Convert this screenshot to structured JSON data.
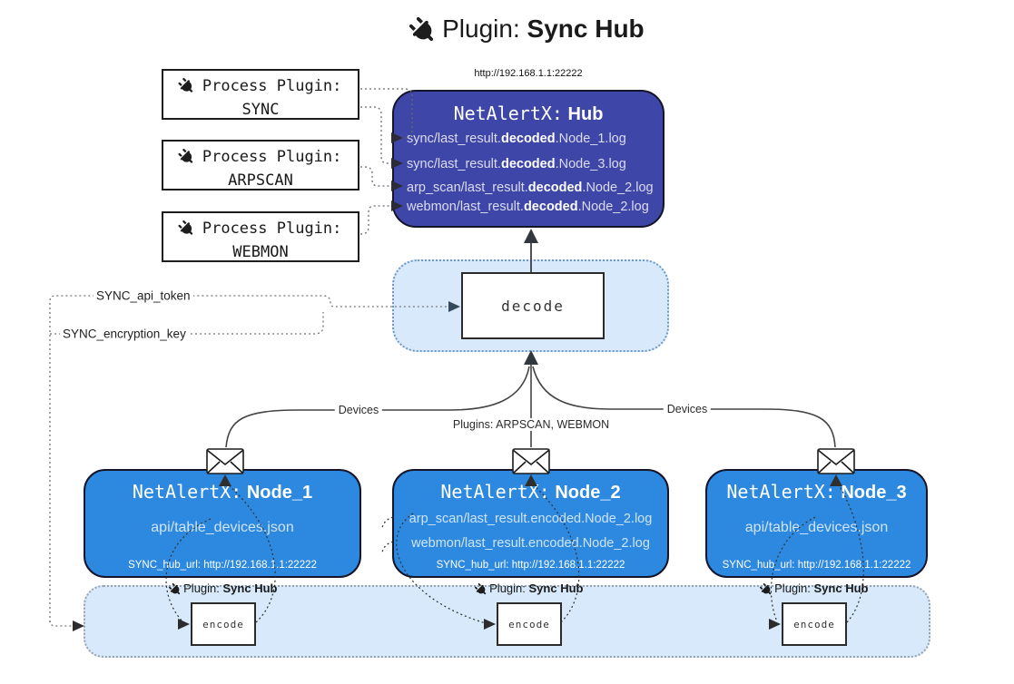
{
  "title": {
    "prefix": "Plugin:",
    "name": "Sync Hub"
  },
  "hub": {
    "url": "http://192.168.1.1:22222",
    "label_prefix": "NetAlertX:",
    "label_name": "Hub",
    "logs": [
      {
        "pre": "sync/last_result.",
        "bold": "decoded",
        "post": ".Node_1.log"
      },
      {
        "pre": "sync/last_result.",
        "bold": "decoded",
        "post": ".Node_3.log"
      },
      {
        "pre": "arp_scan/last_result.",
        "bold": "decoded",
        "post": ".Node_2.log"
      },
      {
        "pre": "webmon/last_result.",
        "bold": "decoded",
        "post": ".Node_2.log"
      }
    ]
  },
  "process_plugins": [
    {
      "title": "Process Plugin:",
      "name": "SYNC"
    },
    {
      "title": "Process Plugin:",
      "name": "ARPSCAN"
    },
    {
      "title": "Process Plugin:",
      "name": "WEBMON"
    }
  ],
  "decode_label": "decode",
  "secrets": {
    "api_token": "SYNC_api_token",
    "encryption_key": "SYNC_encryption_key"
  },
  "edge_labels": {
    "devices_left": "Devices",
    "plugins_mid": "Plugins: ARPSCAN, WEBMON",
    "devices_right": "Devices"
  },
  "nodes": [
    {
      "label_prefix": "NetAlertX:",
      "label_name": "Node_1",
      "files": [
        "api/table_devices.json"
      ],
      "hub_url": "SYNC_hub_url: http://192.168.1.1:22222"
    },
    {
      "label_prefix": "NetAlertX:",
      "label_name": "Node_2",
      "files": [
        "arp_scan/last_result.encoded.Node_2.log",
        "webmon/last_result.encoded.Node_2.log"
      ],
      "hub_url": "SYNC_hub_url: http://192.168.1.1:22222"
    },
    {
      "label_prefix": "NetAlertX:",
      "label_name": "Node_3",
      "files": [
        "api/table_devices.json"
      ],
      "hub_url": "SYNC_hub_url: http://192.168.1.1:22222"
    }
  ],
  "encoders": [
    {
      "title_prefix": "Plugin:",
      "title_name": "Sync Hub",
      "label": "encode"
    },
    {
      "title_prefix": "Plugin:",
      "title_name": "Sync Hub",
      "label": "encode"
    },
    {
      "title_prefix": "Plugin:",
      "title_name": "Sync Hub",
      "label": "encode"
    }
  ],
  "colors": {
    "hub_fill": "#3E46A8",
    "node_fill": "#2D89E0",
    "panel_fill": "#D7E9FB"
  }
}
